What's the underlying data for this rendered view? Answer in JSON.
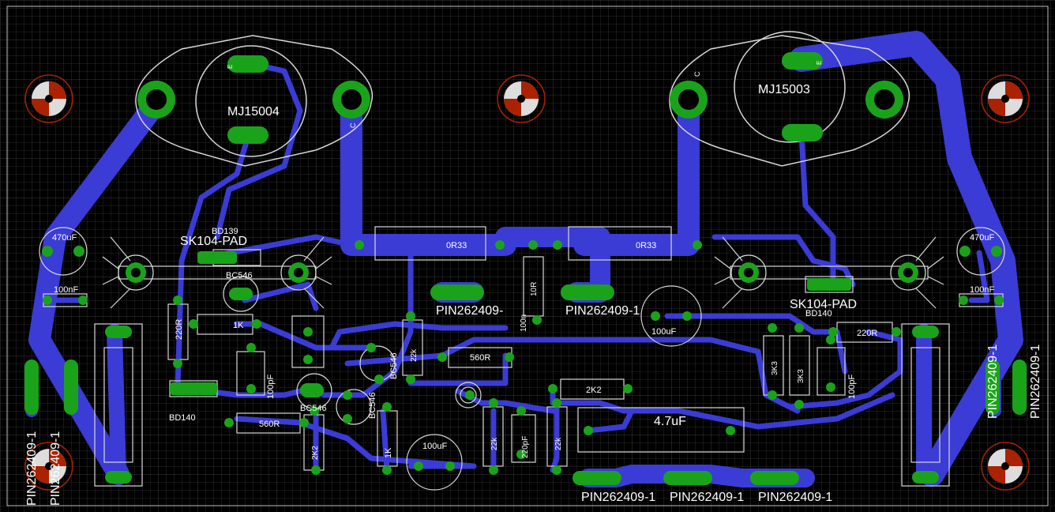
{
  "app": "PCB layout editor - board view",
  "colors": {
    "background": "#000000",
    "grid": "#2a2a2a",
    "copper": "#3b3bd6",
    "pad": "#1aa31a",
    "silkscreen": "#d8d8d8",
    "hole": "#cc2200"
  },
  "parts": {
    "transistor_left": "MJ15004",
    "transistor_right": "MJ15003",
    "heatsink_left": "SK104-PAD",
    "heatsink_right": "SK104-PAD",
    "bd139": "BD139",
    "bd140_left": "BD140",
    "bd140_right": "BD140",
    "bc546_a": "BC546",
    "bc546_b": "BC546",
    "bc546_c": "BC546",
    "bc546_d": "BC546",
    "r_0r33_a": "0R33",
    "r_0r33_b": "0R33",
    "cap_470_left": "470uF",
    "cap_470_right": "470uF",
    "cap_100n_left": "100nF",
    "cap_100n_right": "100nF",
    "r_220_left": "220R",
    "r_220_right": "220R",
    "r_1k_a": "1K",
    "r_1k_b": "1K",
    "cap_100p_left": "100pF",
    "cap_100p_right": "100pF",
    "r_560_a": "560R",
    "r_560_b": "560R",
    "r_22k_a": "22k",
    "r_22k_b": "22k",
    "r_22k_c": "22k",
    "r_10r": "10R",
    "cap_100n_mid": "100n",
    "cap_100u_mid": "100uF",
    "cap_100u_bottom": "100uF",
    "r_2k2_a": "2K2",
    "r_2k2_b": "2K2",
    "cap_220p": "220pF",
    "cap_4u7": "4.7uF",
    "r_3k3_a": "3K3",
    "r_3k3_b": "3K3",
    "pin_center_a": "PIN262409-",
    "pin_center_b": "PIN262409-1",
    "pin_bottom_1": "PIN262409-1",
    "pin_bottom_2": "PIN262409-1",
    "pin_bottom_3": "PIN262409-1",
    "pin_left_1": "PIN262409-1",
    "pin_left_2": "PIN262409-1",
    "pin_right_1": "PIN262409-1",
    "pin_right_2": "PIN262409-1",
    "pin_e_label": "E",
    "pin_c_label": "C"
  }
}
